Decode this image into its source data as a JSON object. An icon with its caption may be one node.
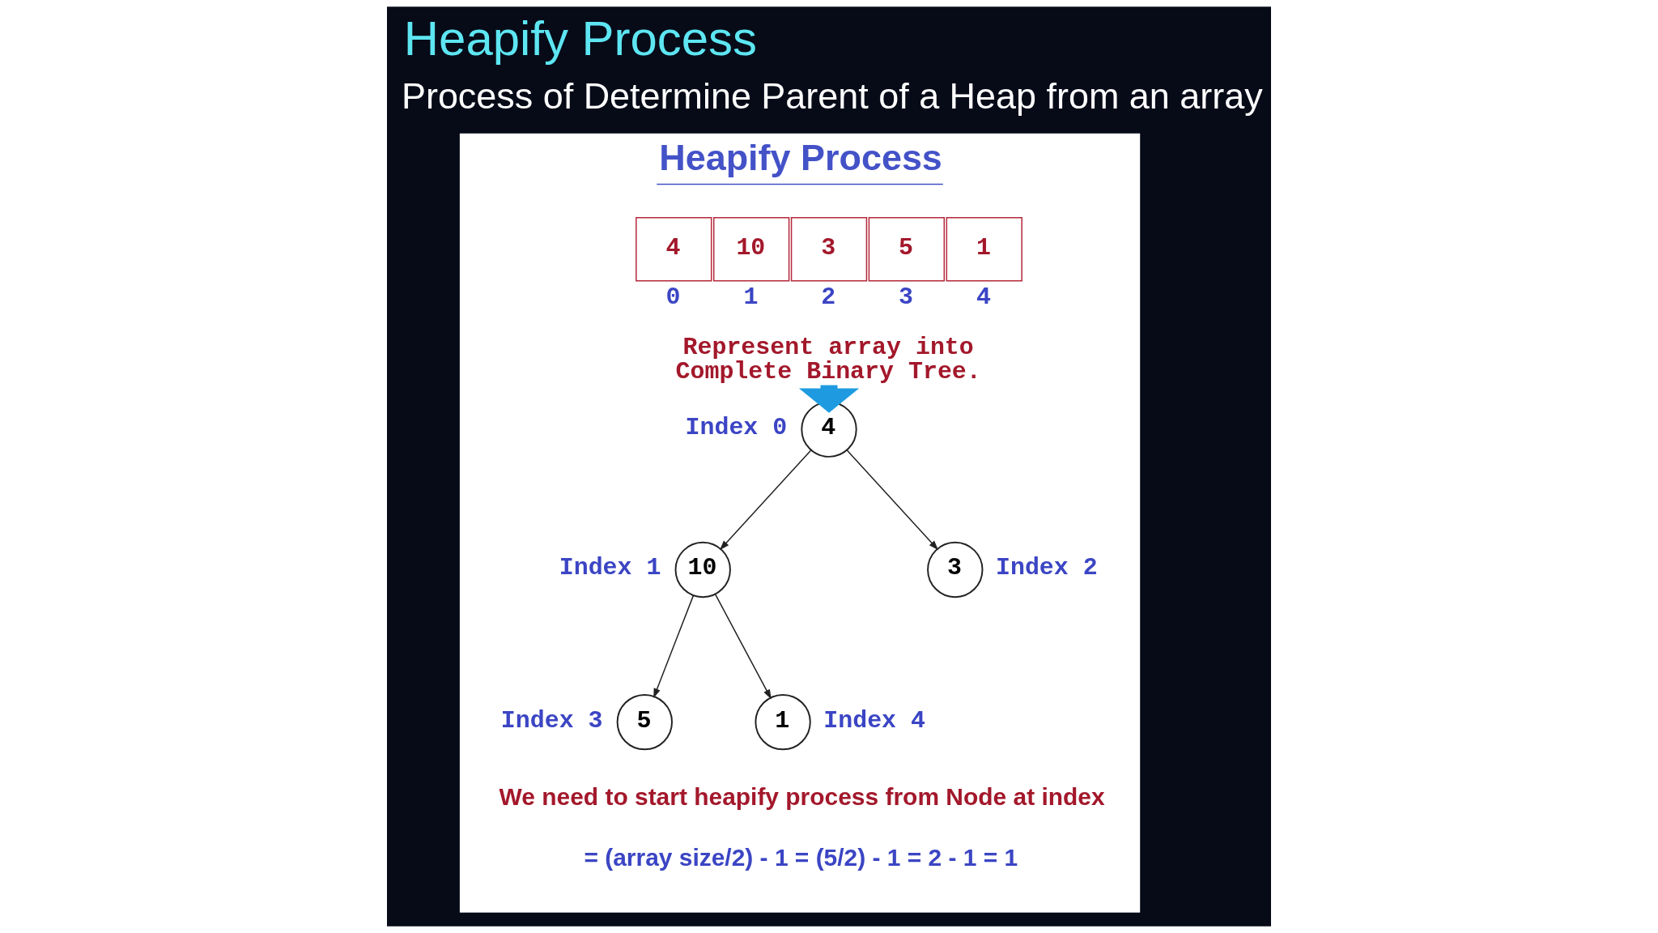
{
  "diagram": {
    "title": "Heapify Process",
    "nodes": [
      {
        "text": [
          "Heapify Process"
        ]
      },
      {
        "text": [
          "4"
        ],
        "in": 0,
        "beside": [
          "0"
        ]
      },
      {
        "text": [
          "10"
        ],
        "in": 0,
        "beside": [
          "1"
        ]
      },
      {
        "text": [
          "3"
        ],
        "in": 0,
        "beside": [
          "2"
        ]
      },
      {
        "text": [
          "5"
        ],
        "in": 0,
        "beside": [
          "3"
        ]
      },
      {
        "text": [
          "1"
        ],
        "in": 0,
        "beside": [
          "4"
        ]
      },
      {
        "text": [
          "Represent array into Complete Binary Tree."
        ],
        "in": 0
      },
      {
        "text": [
          "4"
        ],
        "in": 0,
        "beside": [
          "Index 0"
        ]
      },
      {
        "text": [
          "10"
        ],
        "in": 0,
        "beside": [
          "Index 1"
        ]
      },
      {
        "text": [
          "3"
        ],
        "in": 0,
        "beside": [
          "Index 2"
        ]
      },
      {
        "text": [
          "5"
        ],
        "in": 0,
        "beside": [
          "Index 3"
        ]
      },
      {
        "text": [
          "1"
        ],
        "in": 0,
        "beside": [
          "Index 4"
        ]
      }
    ],
    "edges": [
      {
        "from": 6,
        "to": 7,
        "arrow": "to",
        "style": "thick",
        "color": "#1e9be0"
      },
      {
        "from": 7,
        "to": 8,
        "arrow": "to"
      },
      {
        "from": 7,
        "to": 9,
        "arrow": "to"
      },
      {
        "from": 8,
        "to": 10,
        "arrow": "to"
      },
      {
        "from": 8,
        "to": 11,
        "arrow": "to"
      }
    ],
    "labels": [
      "Process of Determine Parent of a Heap from an array",
      "We need to start heapify process from Node at index",
      "= (array size/2) - 1 = (5/2) - 1 = 2 - 1 = 1"
    ]
  }
}
